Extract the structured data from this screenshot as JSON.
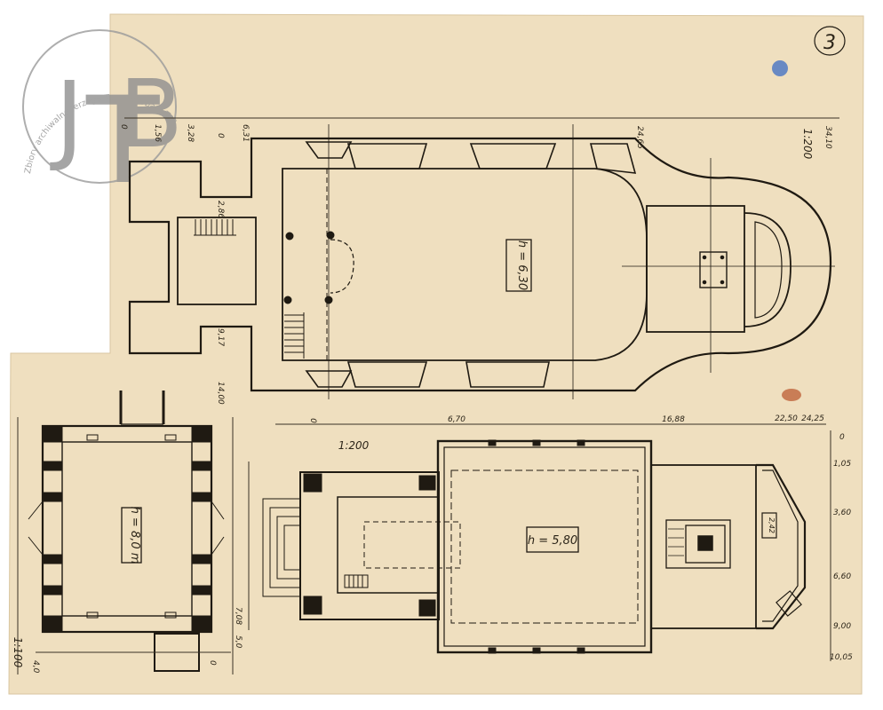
{
  "sheet_number": "3",
  "watermark": {
    "logo_letters": "JTB",
    "caption": "Zbiory archiwalne Jerzego Tura i Barbary Tondos"
  },
  "plan_top": {
    "height_label": "h = 6,30",
    "scale_label": "1:200",
    "dims": [
      "0",
      "1,56",
      "3,28",
      "6,31",
      "0",
      "2,86",
      "9,17",
      "14,00",
      "24,65",
      "34,10"
    ]
  },
  "plan_left": {
    "height_label": "h = 8,0 m",
    "scale_label": "1:100",
    "dims": [
      "0",
      "4,0",
      "7,08",
      "5,0"
    ]
  },
  "plan_bottom": {
    "height_label": "h = 5,80",
    "scale_label": "1:200",
    "side_label": "2,42",
    "top_dims": [
      "0",
      "6,70",
      "16,88",
      "22,50",
      "24,25"
    ],
    "right_dims": [
      "0",
      "1,05",
      "3,60",
      "6,60",
      "9,00",
      "10,05"
    ]
  },
  "colors": {
    "paper": "#efdfbf",
    "ink": "#1f1a12",
    "watermark": "#8f8f8f",
    "stain_blue": "#3b6cc4",
    "stain_rust": "#b9532a"
  }
}
